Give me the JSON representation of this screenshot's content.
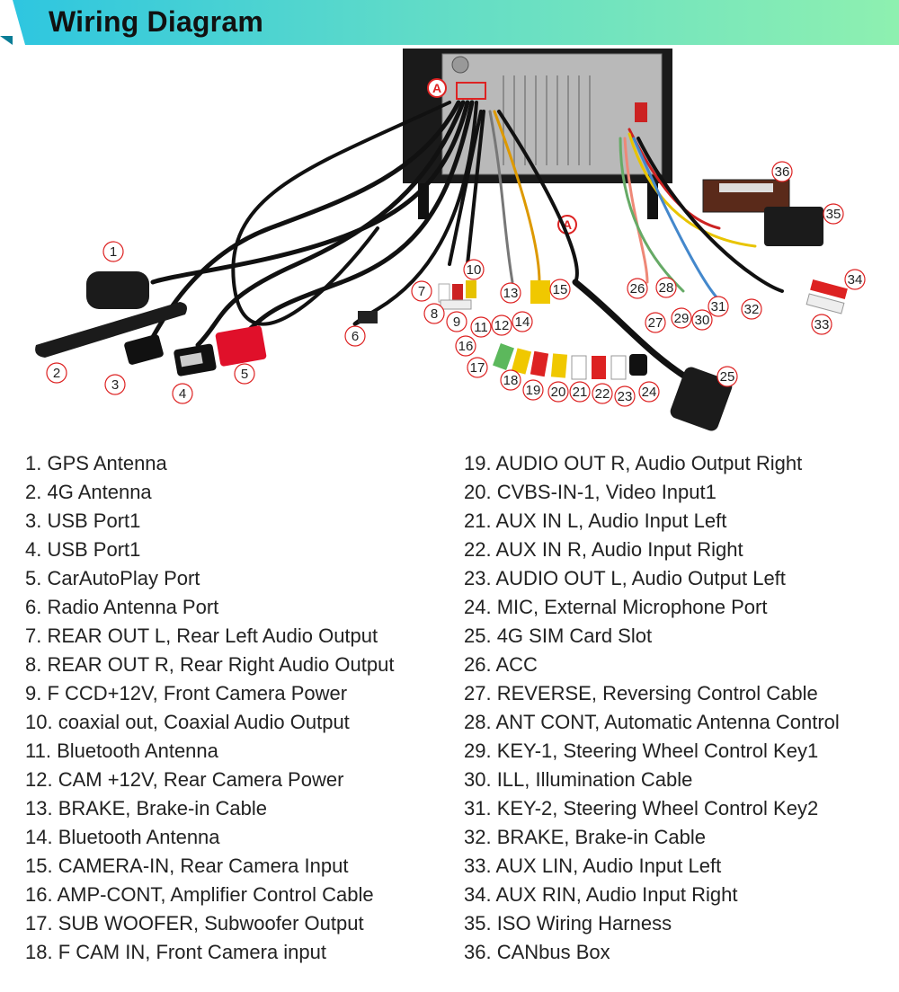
{
  "header": {
    "title": "Wiring Diagram"
  },
  "diagram": {
    "connector_label": "A",
    "callouts": [
      "1",
      "2",
      "3",
      "4",
      "5",
      "6",
      "7",
      "8",
      "9",
      "10",
      "11",
      "12",
      "13",
      "14",
      "15",
      "16",
      "17",
      "18",
      "19",
      "20",
      "21",
      "22",
      "23",
      "24",
      "25",
      "26",
      "27",
      "28",
      "29",
      "30",
      "31",
      "32",
      "33",
      "34",
      "35",
      "36"
    ]
  },
  "legend_left": [
    "1. GPS Antenna",
    "2. 4G Antenna",
    "3. USB Port1",
    "4. USB Port1",
    "5. CarAutoPlay Port",
    "6. Radio Antenna Port",
    "7. REAR OUT L, Rear Left Audio Output",
    "8. REAR OUT R, Rear Right Audio Output",
    "9. F CCD+12V, Front Camera Power",
    "10. coaxial out, Coaxial Audio Output",
    "11. Bluetooth Antenna",
    "12. CAM +12V, Rear Camera Power",
    "13. BRAKE, Brake-in Cable",
    "14. Bluetooth Antenna",
    "15. CAMERA-IN, Rear Camera Input",
    "16. AMP-CONT, Amplifier Control Cable",
    "17. SUB WOOFER, Subwoofer Output",
    "18. F CAM IN, Front Camera input"
  ],
  "legend_right": [
    "19. AUDIO OUT R, Audio Output Right",
    "20. CVBS-IN-1, Video Input1",
    "21. AUX IN L, Audio Input Left",
    "22. AUX IN R, Audio Input Right",
    "23. AUDIO OUT L, Audio Output Left",
    "24. MIC, External Microphone Port",
    "25. 4G SIM Card Slot",
    "26. ACC",
    "27. REVERSE, Reversing Control Cable",
    "28. ANT CONT, Automatic Antenna Control",
    "29. KEY-1, Steering Wheel Control Key1",
    "30. ILL, Illumination Cable",
    "31. KEY-2, Steering Wheel Control Key2",
    "32. BRAKE, Brake-in Cable",
    "33. AUX LIN, Audio Input Left",
    "34. AUX RIN, Audio Input Right",
    "35. ISO Wiring Harness",
    "36. CANbus Box"
  ]
}
